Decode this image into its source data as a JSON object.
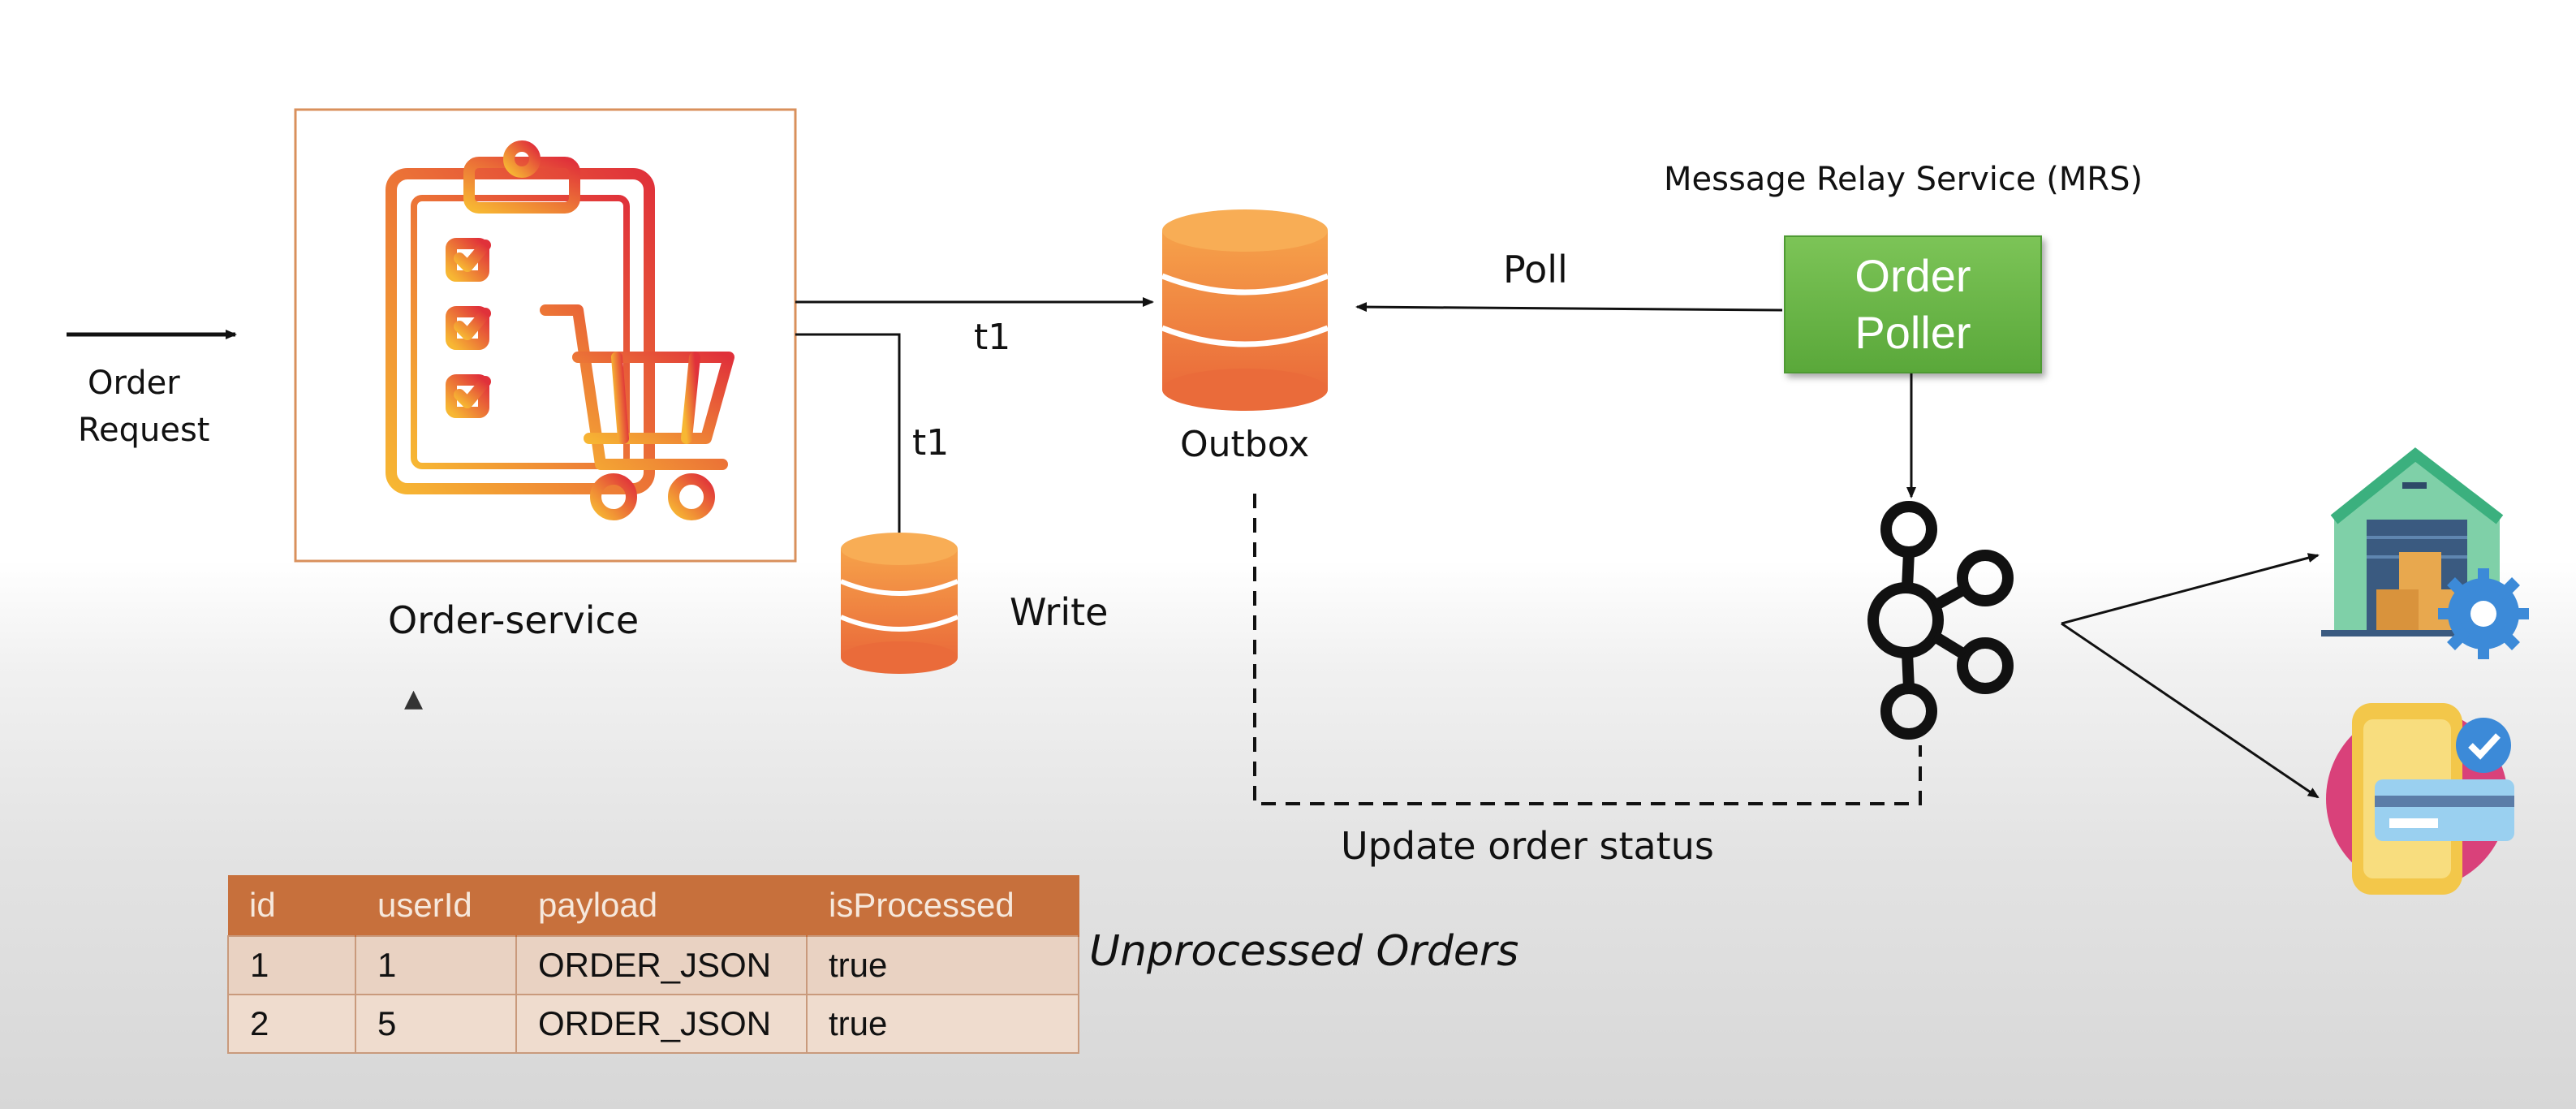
{
  "diagram": {
    "order_request_label_line1": "Order",
    "order_request_label_line2": "Request",
    "order_service_label": "Order-service",
    "t1_top_label": "t1",
    "t1_side_label": "t1",
    "write_label": "Write",
    "outbox_label": "Outbox",
    "poll_label": "Poll",
    "mrs_label": "Message Relay Service (MRS)",
    "poller_line1": "Order",
    "poller_line2": "Poller",
    "update_status_label": "Update order status",
    "unprocessed_label": "Unprocessed Orders",
    "icons": [
      "order-clipboard-cart-icon",
      "database-icon",
      "kafka-icon",
      "warehouse-icon",
      "mobile-payment-icon"
    ],
    "colors": {
      "accent_orange": "#f08a2c",
      "accent_red": "#e0513a",
      "poller_green": "#5aa83a",
      "table_header": "#c7703c"
    }
  },
  "table": {
    "headers": [
      "id",
      "userId",
      "payload",
      "isProcessed"
    ],
    "rows": [
      [
        "1",
        "1",
        "ORDER_JSON",
        "true"
      ],
      [
        "2",
        "5",
        "ORDER_JSON",
        "true"
      ]
    ]
  }
}
